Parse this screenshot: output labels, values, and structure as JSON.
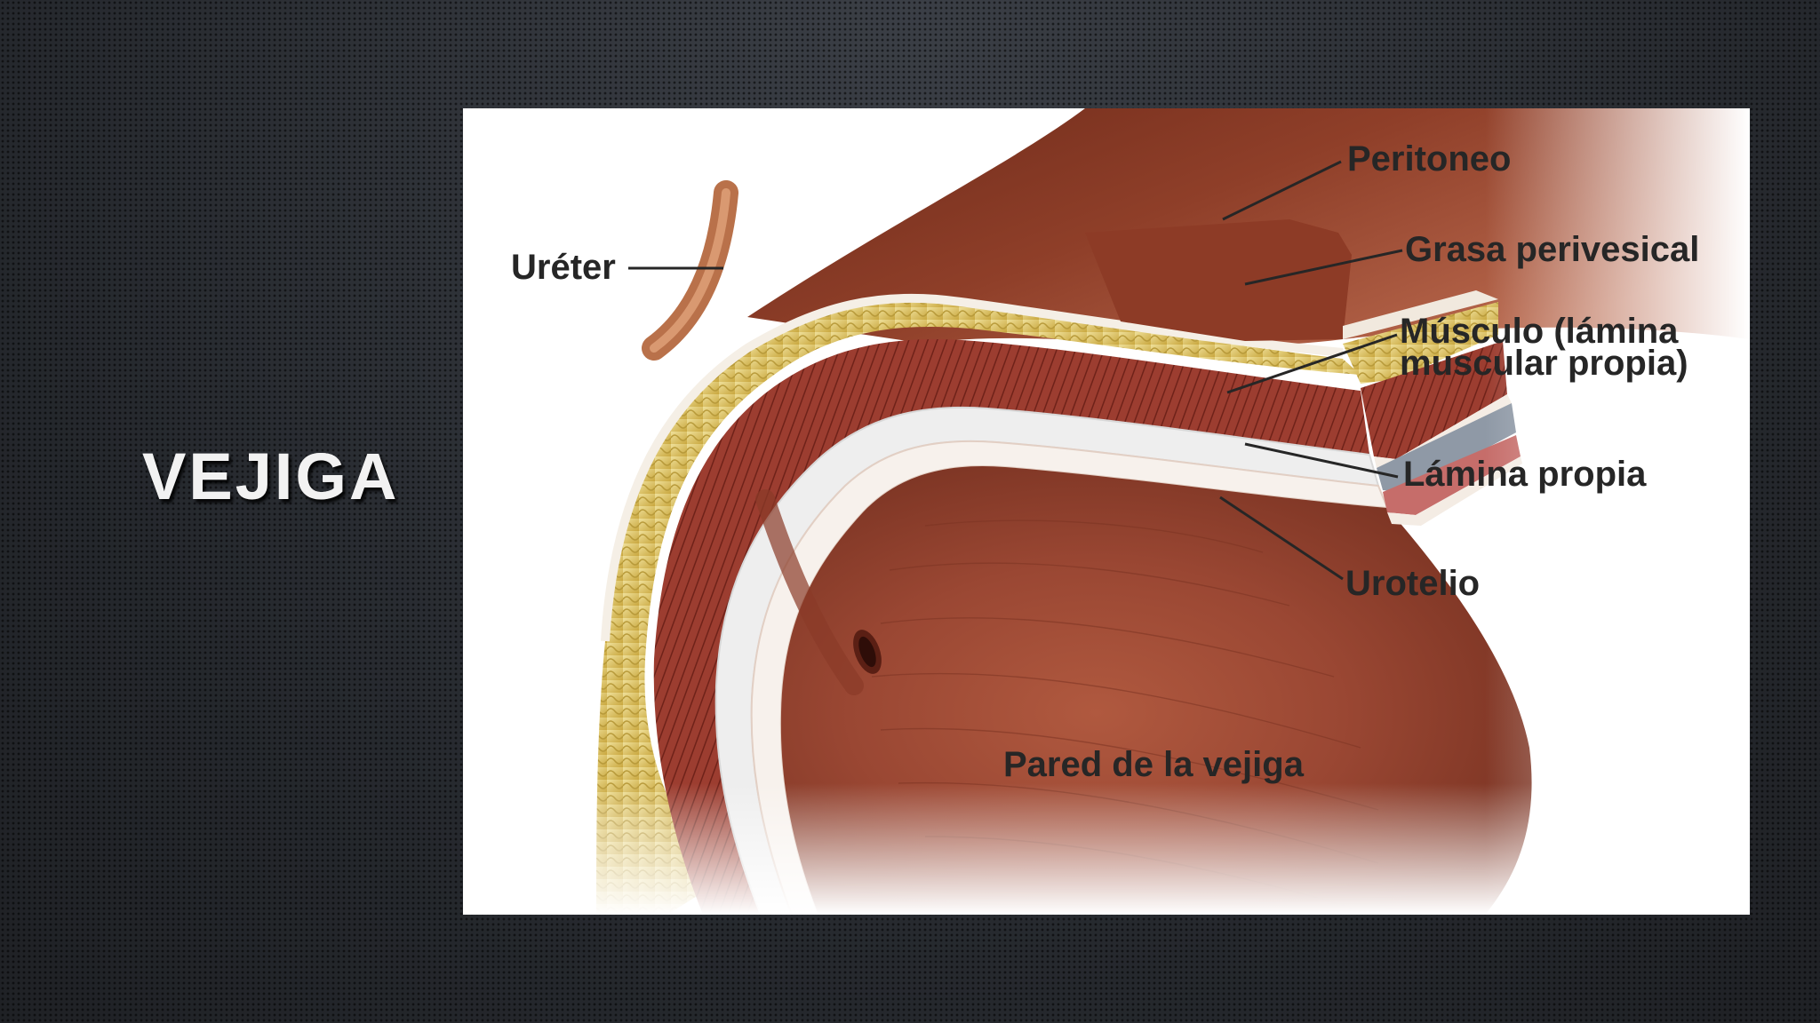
{
  "slide": {
    "title": "VEJIGA"
  },
  "diagram": {
    "labels": {
      "ureter": "Uréter",
      "peritoneo": "Peritoneo",
      "grasa": "Grasa perivesical",
      "musculo_line1": "Músculo (lámina",
      "musculo_line2": "muscular propia)",
      "lamina_propia": "Lámina propia",
      "urotelio": "Urotelio",
      "pared": "Pared de la vejiga"
    },
    "colors": {
      "peritoneum": "#8a3a25",
      "fat": "#d9c25a",
      "muscle": "#9a3b30",
      "lamina_propia": "#8f9aa8",
      "urothelium": "#c46a6a",
      "inner_wall": "#a8553c"
    }
  }
}
